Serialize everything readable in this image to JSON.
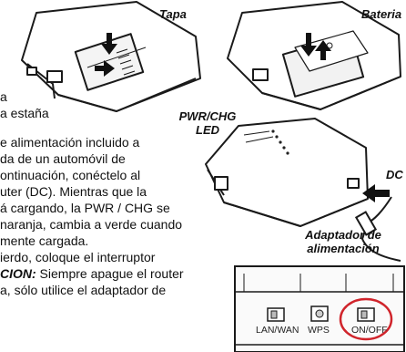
{
  "labels": {
    "tapa": "Tapa",
    "bateria": "Bateria",
    "pwr_chg": "PWR/CHG",
    "led": "LED",
    "dc": "DC",
    "adaptador_1": "Adaptador de",
    "adaptador_2": "alimentación"
  },
  "body_text": {
    "line1": "a",
    "line2": "a estaña",
    "line3": "e alimentación incluido a",
    "line4": "da de un automóvil de",
    "line5": "ontinuación, conéctelo al",
    "line6": "uter (DC). Mientras que la",
    "line7": "á cargando, la PWR / CHG se",
    "line8": "naranja, cambia a verde cuando",
    "line9": "mente cargada.",
    "line10": "ierdo, coloque el interruptor",
    "line11_bold": "CION:",
    "line11_rest": " Siempre apague el router",
    "line12": "a,  sólo utilice el adaptador de"
  },
  "switch_panel": {
    "lan_wan": "LAN/WAN",
    "wps": "WPS",
    "on_off": "ON/OFF"
  },
  "colors": {
    "highlight_circle": "#d0242b",
    "outline": "#1a1a1a"
  }
}
